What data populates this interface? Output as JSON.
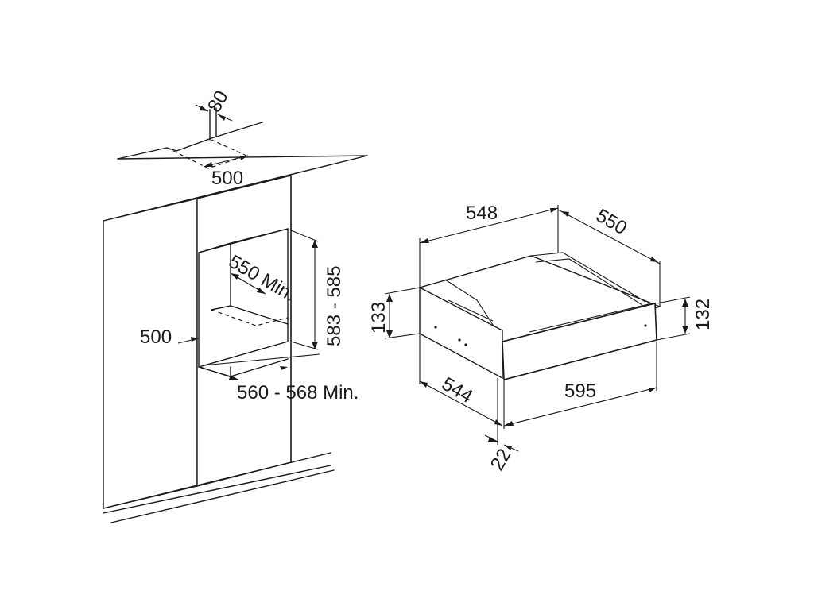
{
  "labels": {
    "niche_depth_top": "500",
    "vent_gap": "80",
    "niche_depth_left": "500",
    "niche_depth_min": "550 Min.",
    "niche_height": "583 - 585",
    "niche_width": "560 - 568 Min.",
    "product_top_width": "548",
    "product_depth": "550",
    "product_height_left": "133",
    "product_height_right": "132",
    "product_side_depth": "544",
    "product_front_width": "595",
    "front_thickness": "22"
  }
}
